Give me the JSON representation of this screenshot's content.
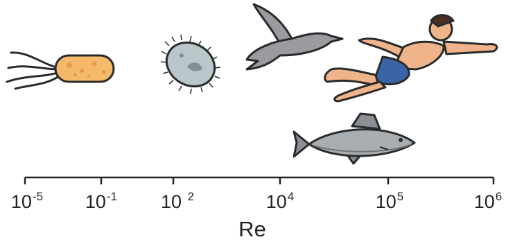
{
  "axis": {
    "title": "Re",
    "ticks": [
      {
        "base": "10",
        "exp": "-5"
      },
      {
        "base": "10",
        "exp": "-1"
      },
      {
        "base": "10 ",
        "exp": "2"
      },
      {
        "base": "10",
        "exp": "4"
      },
      {
        "base": "10",
        "exp": "5"
      },
      {
        "base": "10",
        "exp": "6"
      }
    ]
  },
  "organisms": [
    {
      "name": "bacterium-icon",
      "fill": "#f4b96a"
    },
    {
      "name": "paramecium-icon",
      "fill": "#b9c6ca"
    },
    {
      "name": "bird-icon",
      "fill": "#9a9aa0"
    },
    {
      "name": "swimmer-icon",
      "fill": "#f0b48a"
    },
    {
      "name": "fish-icon",
      "fill": "#a8adb2"
    }
  ],
  "colors": {
    "line": "#222222",
    "outline": "#2a2a2a"
  }
}
